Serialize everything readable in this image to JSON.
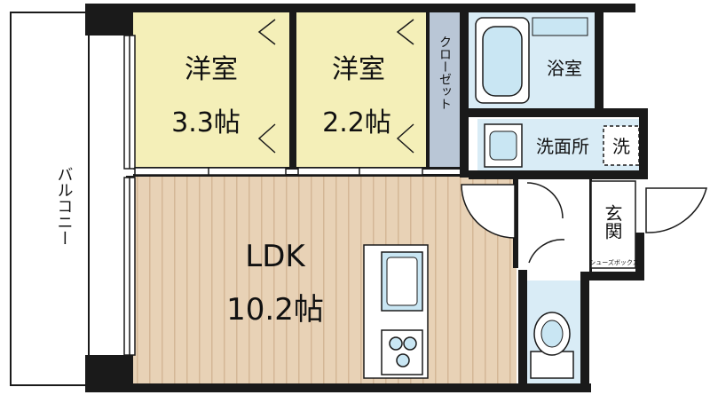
{
  "colors": {
    "wall": "#1a1a1a",
    "western_room_floor": "#f4efb8",
    "ldk_floor_base": "#e8d2b6",
    "ldk_floor_stripe": "#d4b796",
    "closet_floor": "#b9c6d6",
    "wet_area": "#d9ecf6",
    "fixture": "#c9e6f3",
    "entrance_floor": "#ffffff"
  },
  "rooms": {
    "western_room_1": {
      "name": "洋室",
      "size": "3.3帖"
    },
    "western_room_2": {
      "name": "洋室",
      "size": "2.2帖"
    },
    "closet": {
      "name": "クローゼット"
    },
    "bathroom": {
      "name": "浴室"
    },
    "washroom": {
      "name": "洗面所"
    },
    "washer": {
      "name": "洗"
    },
    "entrance": {
      "name": "玄関"
    },
    "shoe_box": {
      "name": "シューズボックス"
    },
    "ldk": {
      "name": "LDK",
      "size": "10.2帖"
    },
    "balcony": {
      "name": "バルコニー"
    }
  }
}
